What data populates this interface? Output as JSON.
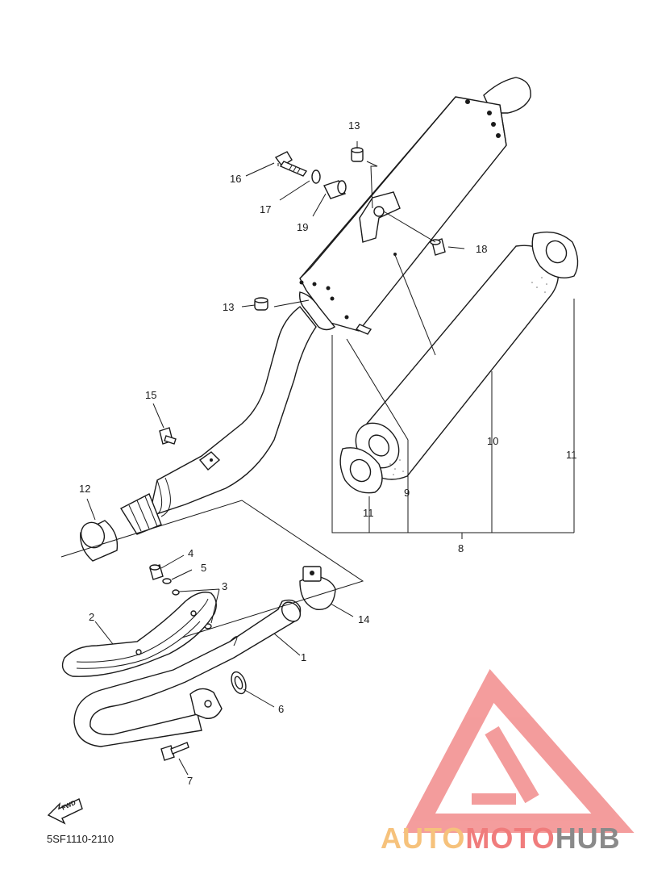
{
  "diagram": {
    "code": "5SF1110-2110",
    "fwd_label": "FWD",
    "callouts": {
      "n1": "1",
      "n2": "2",
      "n3": "3",
      "n4": "4",
      "n5": "5",
      "n6": "6",
      "n7": "7",
      "n8": "8",
      "n9": "9",
      "n10": "10",
      "n11a": "11",
      "n11b": "11",
      "n12": "12",
      "n13a": "13",
      "n13b": "13",
      "n14": "14",
      "n15": "15",
      "n16": "16",
      "n17": "17",
      "n18": "18",
      "n19": "19"
    }
  },
  "watermark": {
    "part1": "AUTO",
    "part2": "MOTO",
    "part3": "HUB",
    "colors": {
      "auto": "#f6c27c",
      "moto": "#f07c7c",
      "hub": "#8a8a8a",
      "logo": "#f07c7c"
    }
  }
}
